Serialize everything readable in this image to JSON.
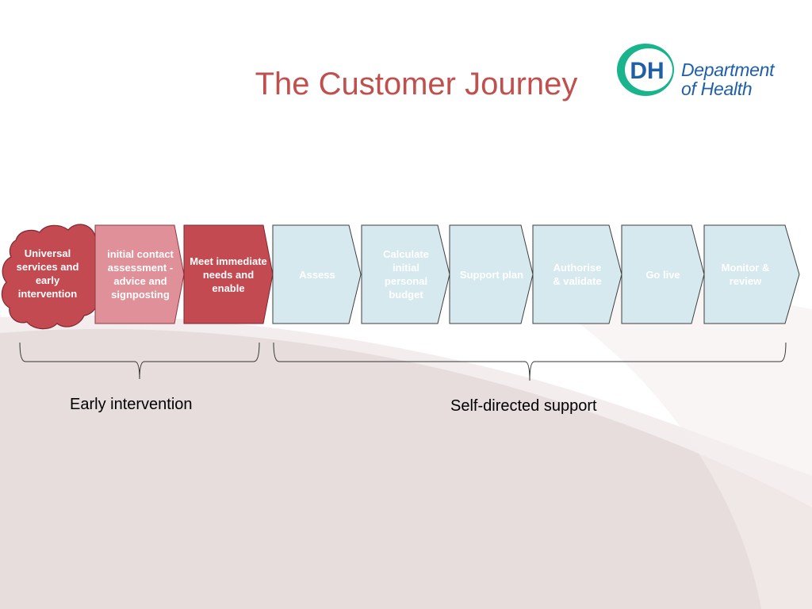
{
  "title": "The Customer Journey",
  "logo": {
    "mark": "DH",
    "line1": "Department",
    "line2": "of Health"
  },
  "start": {
    "label": "Universal services and early intervention"
  },
  "steps": [
    {
      "label": "initial contact assessment - advice and signposting"
    },
    {
      "label": "Meet immediate needs and enable"
    },
    {
      "label": "Assess"
    },
    {
      "label": "Calculate initial personal budget"
    },
    {
      "label": "Support plan"
    },
    {
      "label": "Authorise & validate"
    },
    {
      "label": "Go live"
    },
    {
      "label": "Monitor & review"
    }
  ],
  "groups": [
    {
      "label": "Early intervention"
    },
    {
      "label": "Self-directed support"
    }
  ],
  "colors": {
    "title": "#c0504d",
    "cloud": "#c44a52",
    "step_light_red": "#df9098",
    "step_red": "#c44a52",
    "step_blue": "#d6e9ee",
    "text_white": "#ffffff",
    "logo_blue": "#1f5fa8",
    "logo_teal": "#19b38c",
    "background_swoosh": "#e9dede"
  }
}
